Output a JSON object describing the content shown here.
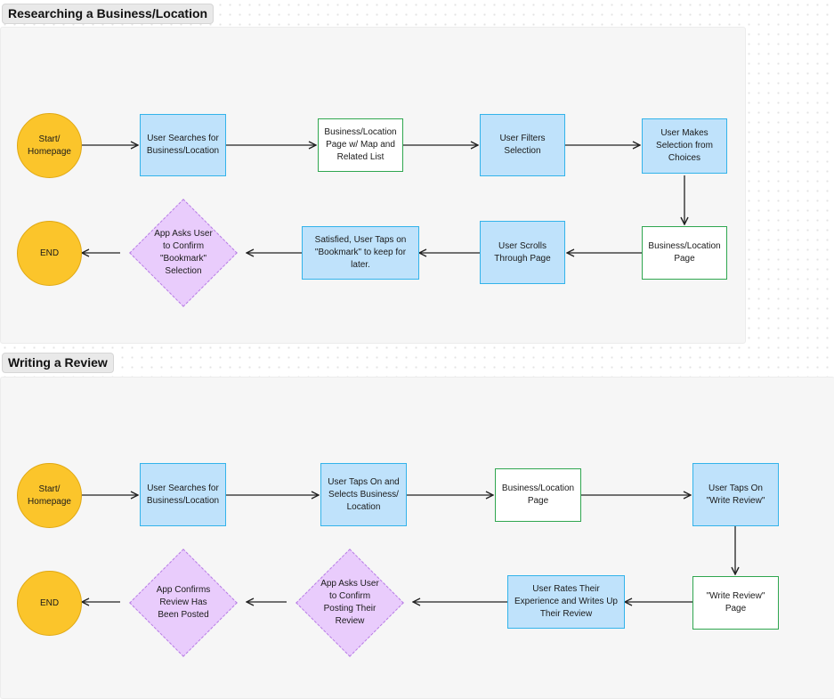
{
  "sections": [
    {
      "title": "Researching a Business/Location",
      "nodes": [
        {
          "label": "Start/\nHomepage",
          "shape": "circle"
        },
        {
          "label": "User Searches for Business/Location",
          "shape": "rect-blue"
        },
        {
          "label": "Business/Location Page w/ Map and Related List",
          "shape": "rect-green"
        },
        {
          "label": "User Filters Selection",
          "shape": "rect-blue"
        },
        {
          "label": "User Makes Selection from Choices",
          "shape": "rect-blue"
        },
        {
          "label": "Business/Location Page",
          "shape": "rect-green"
        },
        {
          "label": "User Scrolls Through Page",
          "shape": "rect-blue"
        },
        {
          "label": "Satisfied, User Taps on \"Bookmark\" to keep for later.",
          "shape": "rect-blue"
        },
        {
          "label": "App Asks User to Confirm \"Bookmark\" Selection",
          "shape": "diamond"
        },
        {
          "label": "END",
          "shape": "circle"
        }
      ]
    },
    {
      "title": "Writing a Review",
      "nodes": [
        {
          "label": "Start/\nHomepage",
          "shape": "circle"
        },
        {
          "label": "User Searches for Business/Location",
          "shape": "rect-blue"
        },
        {
          "label": "User Taps On and Selects Business/ Location",
          "shape": "rect-blue"
        },
        {
          "label": "Business/Location Page",
          "shape": "rect-green"
        },
        {
          "label": "User Taps On \"Write Review\"",
          "shape": "rect-blue"
        },
        {
          "label": "\"Write Review\" Page",
          "shape": "rect-green"
        },
        {
          "label": "User Rates Their Experience and Writes Up Their Review",
          "shape": "rect-blue"
        },
        {
          "label": "App Asks User to Confirm Posting Their Review",
          "shape": "diamond"
        },
        {
          "label": "App Confirms Review Has Been Posted",
          "shape": "diamond"
        },
        {
          "label": "END",
          "shape": "circle"
        }
      ]
    }
  ],
  "colors": {
    "start_end": "#fbc52b",
    "process": "#bfe2fb",
    "process_border": "#33b3ea",
    "page_border": "#2fa64f",
    "decision": "#e9ccfc",
    "decision_border": "#b77ce4"
  }
}
